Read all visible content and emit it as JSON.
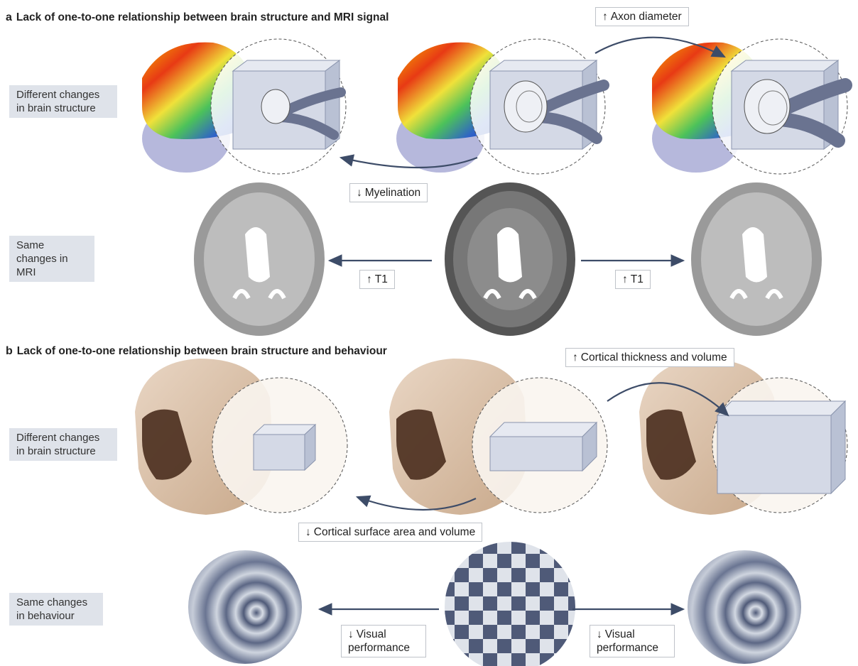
{
  "panel_a": {
    "letter": "a",
    "title": "Lack of one-to-one relationship between brain structure and MRI signal",
    "row1_label": "Different changes in brain structure",
    "row2_label": "Same changes in MRI",
    "callout_top": "Axon diameter",
    "callout_bottom": "Myelination",
    "callout_t1_left": "T1",
    "callout_t1_right": "T1"
  },
  "panel_b": {
    "letter": "b",
    "title": "Lack of one-to-one relationship between brain structure and behaviour",
    "row1_label": "Different changes in brain structure",
    "row2_label": "Same changes in behaviour",
    "callout_top": "Cortical thickness and volume",
    "callout_bottom": "Cortical surface area and volume",
    "callout_vis_left": "Visual performance",
    "callout_vis_right": "Visual performance"
  },
  "arrows": {
    "up": "↑",
    "down": "↓"
  },
  "colors": {
    "arrow": "#3d4c68",
    "label_bg": "#dfe3ea",
    "checker_dark": "#4f5a78",
    "checker_light": "#dfe3ea"
  }
}
